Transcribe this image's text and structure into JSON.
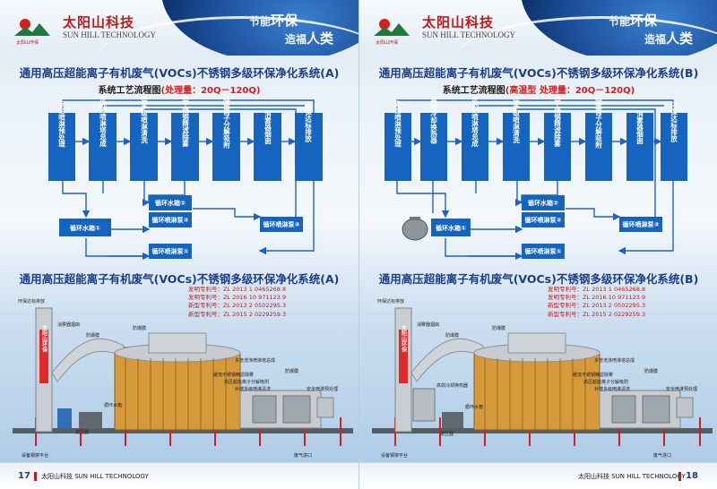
{
  "brand": {
    "name_cn": "太阳山科技",
    "name_en": "SUN HILL TECHNOLOGY",
    "logo_caption": "太阳山环保",
    "slogan_line1": "节能",
    "slogan_line1_emph": "环保",
    "slogan_line2": "造福",
    "slogan_line2_emph": "人类"
  },
  "colors": {
    "title_blue": "#1d3d8c",
    "box_blue": "#1565c0",
    "accent_red": "#d11f1f",
    "flow_line": "#1e62c8"
  },
  "pages": [
    {
      "page_number": "17",
      "footer_brand": "太阳山科技 SUN HILL TECHNOLOGY",
      "process_title": "通用高压超能离子有机废气(VOCs)不锈钢多级环保净化系统(A)",
      "process_subtitle": "系统工艺流程图",
      "process_subtitle_hl": "(处理量：20Q－120Q)",
      "process_steps": [
        "安全喷淋预处理",
        "多管洗涤喷淋塔总成",
        "补偿多级喷淋清洗",
        "缓流不锈钢精滤除雾",
        "高压超能离子分解吸附",
        "消雾器烟囱",
        "环保达标排放"
      ],
      "tanks": [
        "循环水箱①",
        "循环水箱②",
        "循环喷淋泵②",
        "循环喷淋泵③",
        "循环喷淋泵①"
      ],
      "equipment_title": "通用高压超能离子有机废气(VOCs)不锈钢多级环保净化系统(A)",
      "patents": [
        "发明专利号：ZL 2013 1 0465268.8",
        "发明专利号：ZL 2016 10 971123.9",
        "新型专利号：ZL 2013 2 0502295.3",
        "新型专利号：ZL 2015 2 0229259.3"
      ],
      "equipment_labels": [
        "环保达标排放",
        "消雾器烟囱",
        "太阳山环保",
        "缓流不锈钢精滤除雾",
        "高压超能离子分解吸附",
        "多管洗涤喷淋塔总成",
        "循环水箱",
        "变压器",
        "设备钢架平台",
        "废气进口",
        "安全喷淋预处理",
        "补偿多级喷淋清洗",
        "防爆膜",
        "防爆膜",
        "防爆膜"
      ]
    },
    {
      "page_number": "18",
      "footer_brand": "太阳山科技 SUN HILL TECHNOLOGY",
      "process_title": "通用高压超能离子有机废气(VOCs)不锈钢多级环保净化系统(B)",
      "process_subtitle": "系统工艺流程图",
      "process_subtitle_hl": "(高温型 处理量：20Q－120Q)",
      "process_steps": [
        "安全喷淋预处理",
        "高效冷却换热器",
        "多管洗涤喷淋塔总成",
        "补偿多级喷淋清洗",
        "缓流不锈钢精滤除雾",
        "高压超能离子分解吸附",
        "消雾器烟囱",
        "环保达标排放"
      ],
      "tanks": [
        "循环水箱①",
        "循环水箱②",
        "循环喷淋泵②",
        "循环喷淋泵③",
        "循环喷淋泵①"
      ],
      "equipment_title": "通用高压超能离子有机废气(VOCs)不锈钢多级环保净化系统(B)",
      "patents": [
        "发明专利号：ZL 2013 1 0465268.8",
        "发明专利号：ZL 2016 10 971123.9",
        "新型专利号：ZL 2013 2 0502295.3",
        "新型专利号：ZL 2015 2 0229259.3"
      ],
      "equipment_labels": [
        "环保达标排放",
        "消雾器烟囱",
        "太阳山环保",
        "缓流不锈钢精滤除雾",
        "高压超能离子分解吸附",
        "多管洗涤喷淋塔总成",
        "高效冷却换热器",
        "循环水箱",
        "变压器",
        "设备钢架平台",
        "废气进口",
        "安全喷淋预处理",
        "补偿多级喷淋清洗",
        "防爆膜",
        "防爆膜",
        "防爆膜"
      ]
    }
  ]
}
